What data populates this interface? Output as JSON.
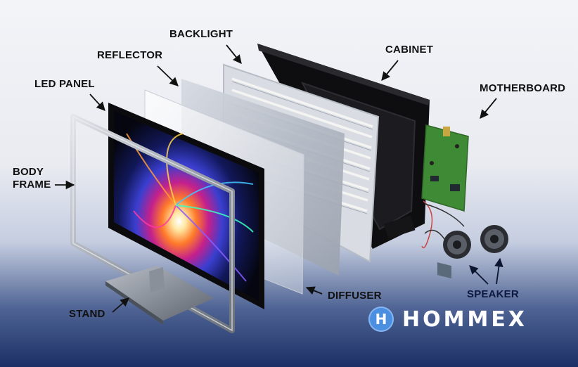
{
  "labels": {
    "backlight": "BACKLIGHT",
    "reflector": "REFLECTOR",
    "cabinet": "CABINET",
    "led_panel": "LED PANEL",
    "motherboard": "MOTHERBOARD",
    "body_frame_line1": "BODY",
    "body_frame_line2": "FRAME",
    "stand": "STAND",
    "diffuser": "DIFFUSER",
    "speaker": "SPEAKER"
  },
  "brand": {
    "mark": "H",
    "name": "HOMMEX",
    "color": "#4a8fe0"
  },
  "icons": [
    "arrow-icon",
    "speaker-icon",
    "circuit-board-icon",
    "led-strip-icon"
  ]
}
